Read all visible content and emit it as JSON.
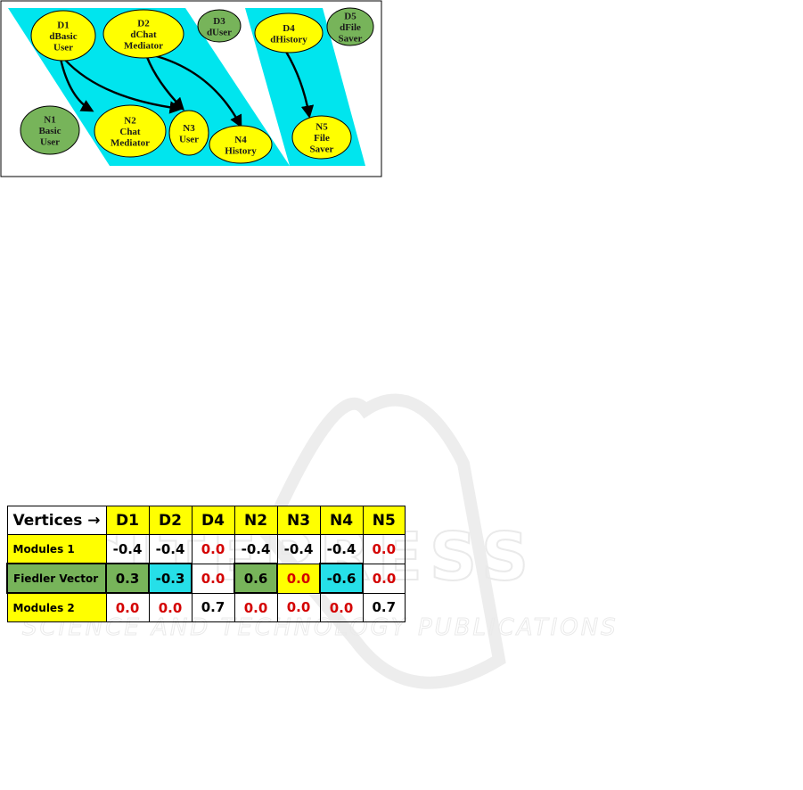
{
  "diagram": {
    "nodes": {
      "D1": [
        "D1",
        "dBasic",
        "User"
      ],
      "D2": [
        "D2",
        "dChat",
        "Mediator"
      ],
      "D3": [
        "D3",
        "dUser"
      ],
      "D4": [
        "D4",
        "dHistory"
      ],
      "D5": [
        "D5",
        "dFile",
        "Saver"
      ],
      "N1": [
        "N1",
        "Basic",
        "User"
      ],
      "N2": [
        "N2",
        "Chat",
        "Mediator"
      ],
      "N3": [
        "N3",
        "User"
      ],
      "N4": [
        "N4",
        "History"
      ],
      "N5": [
        "N5",
        "File",
        "Saver"
      ]
    },
    "edges": [
      [
        "D1",
        "N2"
      ],
      [
        "D1",
        "N3"
      ],
      [
        "D2",
        "N3"
      ],
      [
        "D2",
        "N4"
      ],
      [
        "D4",
        "N5"
      ]
    ],
    "colors": {
      "region": "#00e5ee",
      "node_yellow": "#ffff00",
      "node_green": "#77b45a"
    }
  },
  "table": {
    "header_label": "Vertices →",
    "columns": [
      "D1",
      "D2",
      "D4",
      "N2",
      "N3",
      "N4",
      "N5"
    ],
    "rows": [
      {
        "label": "Modules 1",
        "values": [
          "-0.4",
          "-0.4",
          "0.0",
          "-0.4",
          "-0.4",
          "-0.4",
          "0.0"
        ]
      },
      {
        "label": "Fiedler Vector",
        "values": [
          "0.3",
          "-0.3",
          "0.0",
          "0.6",
          "0.0",
          "-0.6",
          "0.0"
        ]
      },
      {
        "label": "Modules  2",
        "values": [
          "0.0",
          "0.0",
          "0.7",
          "0.0",
          "0.0",
          "0.0",
          "0.7"
        ]
      }
    ]
  },
  "watermark": {
    "brand": "SCITEPRESS",
    "tagline": "SCIENCE AND TECHNOLOGY PUBLICATIONS"
  }
}
